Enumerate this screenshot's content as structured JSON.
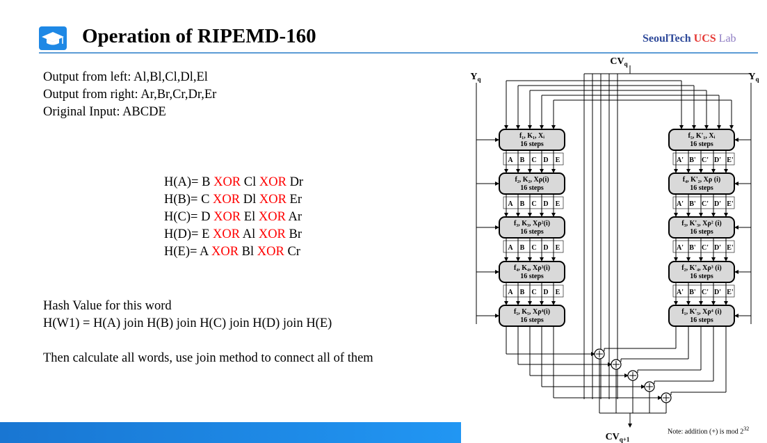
{
  "header": {
    "title": "Operation of RIPEMD-160",
    "lab": {
      "part1": "SeoulTech ",
      "part2": "UCS",
      "part3": " Lab"
    },
    "accent": "#1e88e5",
    "icon": "graduation-cap-icon"
  },
  "outputs": {
    "left": "Output from left: Al,Bl,Cl,Dl,El",
    "right": "Output from right: Ar,Br,Cr,Dr,Er",
    "input": "Original Input: ABCDE"
  },
  "equations": [
    {
      "lhs": "H(A)= B ",
      "t1": "Cl ",
      "t2": "Dr"
    },
    {
      "lhs": "H(B)= C ",
      "t1": "Dl ",
      "t2": "Er"
    },
    {
      "lhs": "H(C)= D ",
      "t1": "El ",
      "t2": "Ar"
    },
    {
      "lhs": "H(D)= E ",
      "t1": "Al ",
      "t2": "Br"
    },
    {
      "lhs": "H(E)= A ",
      "t1": "Bl ",
      "t2": "Cr"
    }
  ],
  "xor_label": "XOR",
  "xor_color": "#ff0000",
  "hash": {
    "heading": "Hash Value for this word",
    "formula": "H(W1) = H(A) join H(B) join H(C) join H(D) join H(E)",
    "conclusion": "Then  calculate all words, use join method to connect all of them"
  },
  "diagram": {
    "cv_in": "CV",
    "cv_in_sub": "q",
    "cv_out": "CV",
    "cv_out_sub": "q+1",
    "y_left": "Y",
    "y_right": "Y",
    "y_sub": "q",
    "left_boxes": [
      {
        "line1": "f₁, K₁, Xᵢ",
        "line2": "16 steps"
      },
      {
        "line1": "f₂, K₂, Xρ(i)",
        "line2": "16 steps"
      },
      {
        "line1": "f₃, K₃, Xρ²(i)",
        "line2": "16 steps"
      },
      {
        "line1": "f₄, K₄, Xρ³(i)",
        "line2": "16 steps"
      },
      {
        "line1": "f₅, K₅, Xρ⁴(i)",
        "line2": "16 steps"
      }
    ],
    "right_boxes": [
      {
        "line1": "f₅, K'₁, Xᵢ",
        "line2": "16 steps"
      },
      {
        "line1": "f₄, K'₂, Xρ (i)",
        "line2": "16 steps"
      },
      {
        "line1": "f₃, K'₃, Xρ² (i)",
        "line2": "16 steps"
      },
      {
        "line1": "f₂, K'₄, Xρ³ (i)",
        "line2": "16 steps"
      },
      {
        "line1": "f₁, K'₅, Xρ⁴ (i)",
        "line2": "16 steps"
      }
    ],
    "left_regs": [
      "A",
      "B",
      "C",
      "D",
      "E"
    ],
    "right_regs": [
      "A'",
      "B'",
      "C'",
      "D'",
      "E'"
    ],
    "note": "Note:  addition (+) is mod 2",
    "note_exp": "32"
  }
}
